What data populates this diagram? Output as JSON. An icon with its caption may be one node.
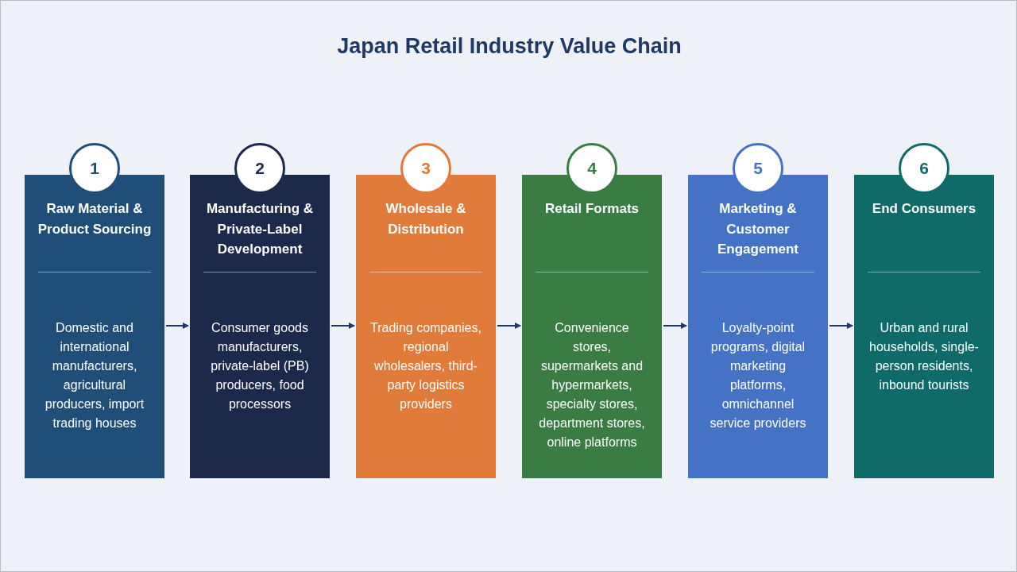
{
  "diagram": {
    "title": "Japan Retail Industry Value Chain",
    "nodes": [
      {
        "text": [
          "1",
          "Raw Material & Product Sourcing",
          "Domestic and international manufacturers, agricultural producers, import trading houses"
        ]
      },
      {
        "text": [
          "2",
          "Manufacturing & Private-Label Development",
          "Consumer goods manufacturers, private-label (PB) producers, food processors"
        ]
      },
      {
        "text": [
          "3",
          "Wholesale & Distribution",
          "Trading companies, regional wholesalers, third-party logistics providers"
        ]
      },
      {
        "text": [
          "4",
          "Retail Formats",
          "Convenience stores, supermarkets and hypermarkets, specialty stores, department stores, online platforms"
        ]
      },
      {
        "text": [
          "5",
          "Marketing & Customer Engagement",
          "Loyalty-point programs, digital marketing platforms, omnichannel service providers"
        ]
      },
      {
        "text": [
          "6",
          "End Consumers",
          "Urban and rural households, single-person residents, inbound tourists"
        ]
      }
    ],
    "edges": [
      {
        "from": 0,
        "to": 1,
        "arrow": "to"
      },
      {
        "from": 1,
        "to": 2,
        "arrow": "to"
      },
      {
        "from": 2,
        "to": 3,
        "arrow": "to"
      },
      {
        "from": 3,
        "to": 4,
        "arrow": "to"
      },
      {
        "from": 4,
        "to": 5,
        "arrow": "to"
      }
    ]
  }
}
